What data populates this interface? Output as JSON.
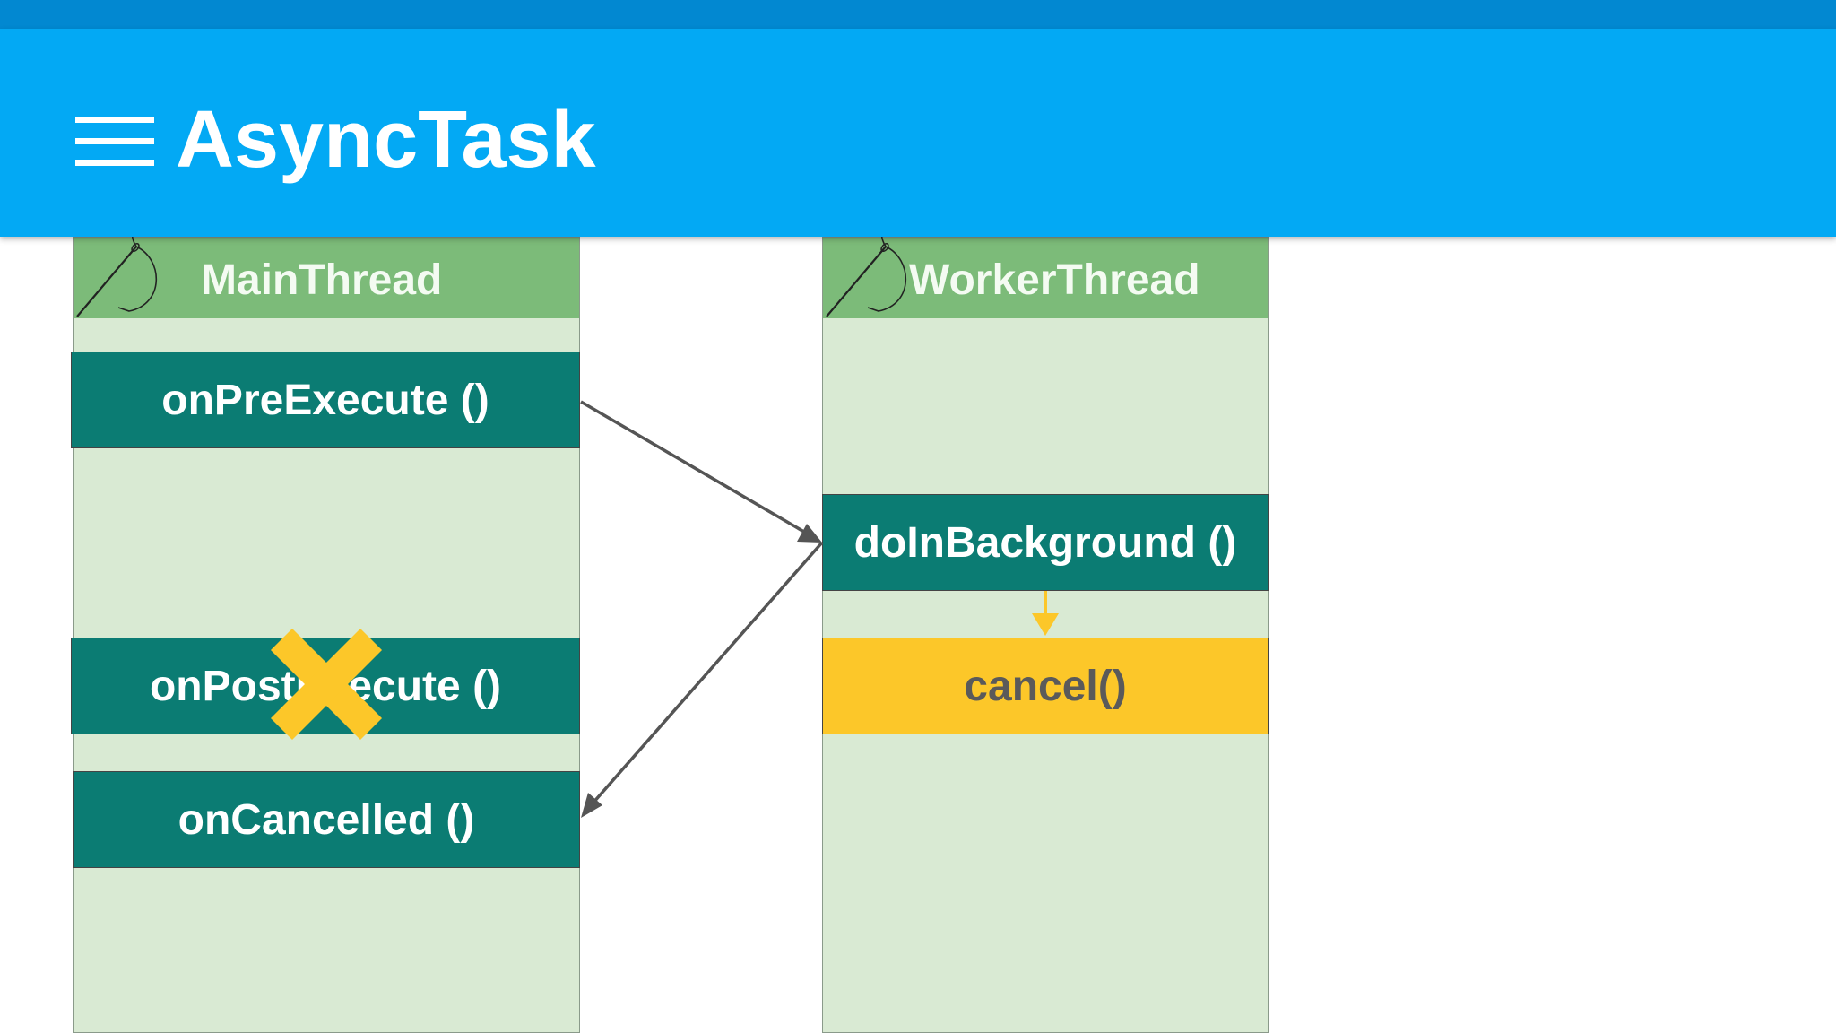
{
  "appbar": {
    "title": "AsyncTask",
    "menu_icon": "hamburger-menu-icon"
  },
  "lanes": {
    "main": {
      "title": "MainThread",
      "icon": "needle-thread-icon"
    },
    "worker": {
      "title": "WorkerThread",
      "icon": "needle-thread-icon"
    }
  },
  "boxes": {
    "on_pre_execute": "onPreExecute ()",
    "do_in_background": "doInBackground ()",
    "on_post_execute": "onPostExecute ()",
    "cancel": "cancel()",
    "on_cancelled": "onCancelled ()"
  },
  "colors": {
    "appbar": "#03a9f4",
    "status_strip": "#0288d1",
    "lane_bg": "#d9ead3",
    "lane_header": "#7cbb79",
    "method_box": "#0b7c73",
    "cancel_box": "#fcc729",
    "cross_mark": "#fcc729",
    "arrow": "#555555"
  }
}
